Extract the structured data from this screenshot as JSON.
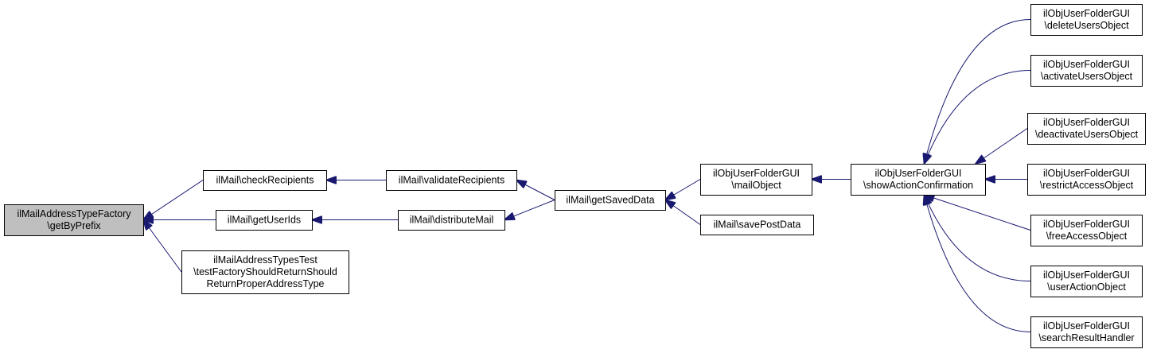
{
  "colors": {
    "edge": "#191970",
    "node_border": "#000000",
    "node_fill": "#ffffff",
    "focus_fill": "#bfbfbf"
  },
  "nodes": {
    "get_by_prefix": {
      "lines": [
        "ilMailAddressTypeFactory",
        "\\getByPrefix"
      ],
      "focus": true
    },
    "check_recipients": {
      "lines": [
        "ilMail\\checkRecipients"
      ]
    },
    "get_user_ids": {
      "lines": [
        "ilMail\\getUserIds"
      ]
    },
    "test_factory": {
      "lines": [
        "ilMailAddressTypesTest",
        "\\testFactoryShouldReturnShould",
        "ReturnProperAddressType"
      ]
    },
    "validate_recipients": {
      "lines": [
        "ilMail\\validateRecipients"
      ]
    },
    "distribute_mail": {
      "lines": [
        "ilMail\\distributeMail"
      ]
    },
    "get_saved_data": {
      "lines": [
        "ilMail\\getSavedData"
      ]
    },
    "mail_object": {
      "lines": [
        "ilObjUserFolderGUI",
        "\\mailObject"
      ]
    },
    "save_post_data": {
      "lines": [
        "ilMail\\savePostData"
      ]
    },
    "show_action_confirmation": {
      "lines": [
        "ilObjUserFolderGUI",
        "\\showActionConfirmation"
      ]
    },
    "delete_users_object": {
      "lines": [
        "ilObjUserFolderGUI",
        "\\deleteUsersObject"
      ]
    },
    "activate_users_object": {
      "lines": [
        "ilObjUserFolderGUI",
        "\\activateUsersObject"
      ]
    },
    "deactivate_users_object": {
      "lines": [
        "ilObjUserFolderGUI",
        "\\deactivateUsersObject"
      ]
    },
    "restrict_access_object": {
      "lines": [
        "ilObjUserFolderGUI",
        "\\restrictAccessObject"
      ]
    },
    "free_access_object": {
      "lines": [
        "ilObjUserFolderGUI",
        "\\freeAccessObject"
      ]
    },
    "user_action_object": {
      "lines": [
        "ilObjUserFolderGUI",
        "\\userActionObject"
      ]
    },
    "search_result_handler": {
      "lines": [
        "ilObjUserFolderGUI",
        "\\searchResultHandler"
      ]
    }
  },
  "edges": [
    {
      "from": "check_recipients",
      "to": "get_by_prefix"
    },
    {
      "from": "get_user_ids",
      "to": "get_by_prefix"
    },
    {
      "from": "test_factory",
      "to": "get_by_prefix"
    },
    {
      "from": "validate_recipients",
      "to": "check_recipients"
    },
    {
      "from": "distribute_mail",
      "to": "get_user_ids"
    },
    {
      "from": "get_saved_data",
      "to": "validate_recipients"
    },
    {
      "from": "get_saved_data",
      "to": "distribute_mail"
    },
    {
      "from": "mail_object",
      "to": "get_saved_data"
    },
    {
      "from": "save_post_data",
      "to": "get_saved_data"
    },
    {
      "from": "show_action_confirmation",
      "to": "mail_object"
    },
    {
      "from": "delete_users_object",
      "to": "show_action_confirmation"
    },
    {
      "from": "activate_users_object",
      "to": "show_action_confirmation"
    },
    {
      "from": "deactivate_users_object",
      "to": "show_action_confirmation"
    },
    {
      "from": "restrict_access_object",
      "to": "show_action_confirmation"
    },
    {
      "from": "free_access_object",
      "to": "show_action_confirmation"
    },
    {
      "from": "user_action_object",
      "to": "show_action_confirmation"
    },
    {
      "from": "search_result_handler",
      "to": "show_action_confirmation"
    }
  ]
}
